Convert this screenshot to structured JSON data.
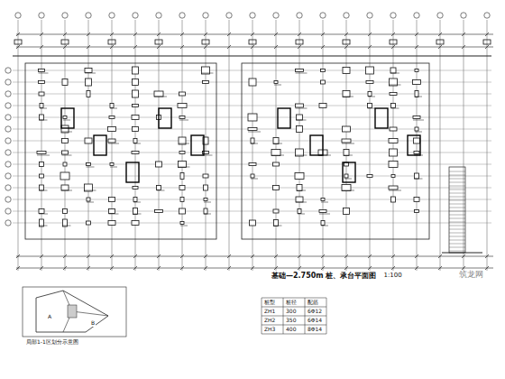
{
  "diagram": {
    "title": "基础—2.750m 桩、承台平面图",
    "labels": [
      "1:100",
      "局部1-1区划分示意图",
      "A",
      "B",
      "桩型",
      "桩径",
      "配筋",
      "ZH1",
      "300",
      "6Φ12",
      "ZH2",
      "350",
      "6Φ14",
      "ZH3",
      "400",
      "8Φ14",
      "筑龙网"
    ]
  }
}
